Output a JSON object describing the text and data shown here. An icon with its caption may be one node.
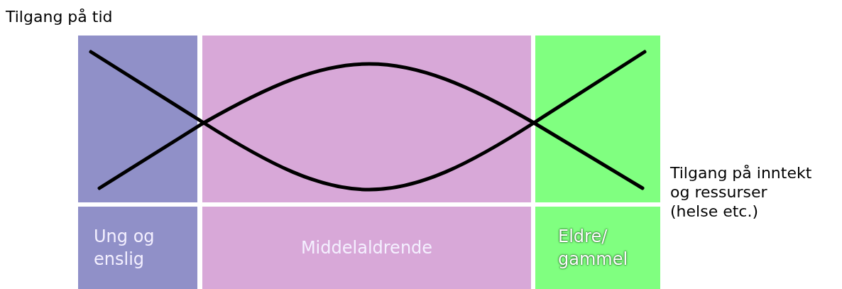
{
  "diagram": {
    "nodes": [
      {
        "text": [
          "Ung og enslig"
        ]
      },
      {
        "text": [
          "Middelaldrende"
        ]
      },
      {
        "text": [
          "Eldre/ gammel"
        ]
      }
    ],
    "edges": [],
    "labels": [
      "Tilgang på tid",
      "Tilgang på inntekt og ressurser (helse etc.)"
    ]
  }
}
